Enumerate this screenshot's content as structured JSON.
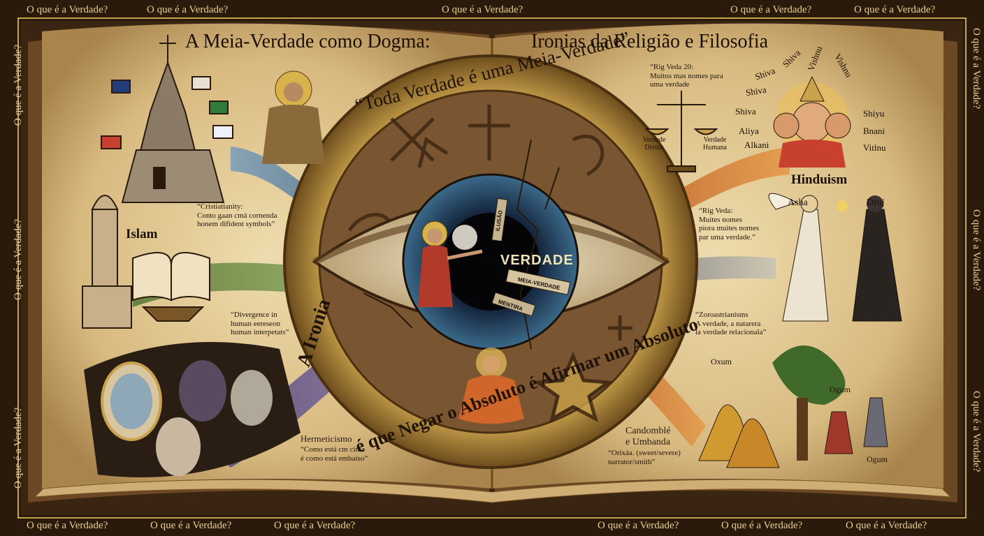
{
  "frame": {
    "border_phrase": "O que é a Verdade?"
  },
  "header": {
    "title_left": "A Meia-Verdade como Dogma:",
    "title_right": "Ironias da Religião e Filosofia"
  },
  "ring": {
    "top_text": "“Toda Verdade é uma Meia-Verdade”",
    "left_text": "A Ironia",
    "bottom_text": "é que Negar o Absoluto é Afirmar um Absoluto"
  },
  "eye": {
    "center_word": "VERDADE",
    "shard_1": "MEIA-VERDADE",
    "shard_2": "MENTIRA",
    "shard_3": "ILUSÃO"
  },
  "scales": {
    "quote_line1": "“Rig Veda 20:",
    "quote_line2": "Muitos mas nomes para",
    "quote_line3": "uma verdade",
    "left_pan": "Verdade Divina",
    "right_pan": "Verdade Humana"
  },
  "hinduism": {
    "label": "Hinduism",
    "names": [
      "Shiva",
      "Shiva",
      "Vishnu",
      "Shiva",
      "Vishnu",
      "Shiva",
      "Shiyu",
      "Aliya",
      "Bnani",
      "Alkani",
      "Vitlnu"
    ]
  },
  "christianity": {
    "quote_line1": "“Cristiatianity:",
    "quote_line2": "Conto gaan cmá cornenda",
    "quote_line3": "honem difident symbols”"
  },
  "islam": {
    "label": "Islam",
    "quote_line1": "“Divergence in",
    "quote_line2": "human eereseon",
    "quote_line3": "human interpetats”"
  },
  "rigveda": {
    "quote_line1": "“Rig Veda:",
    "quote_line2": "Muites nomes",
    "quote_line3": "piora muites nomes",
    "quote_line4": "par uma verdade.”"
  },
  "zoroastrianism": {
    "asha": "Asha",
    "druj": "Druj",
    "quote_line1": "“Zoroastrianisms",
    "quote_line2": "A verdade, a natarera",
    "quote_line3": "la verdade relacionala”"
  },
  "hermeticism": {
    "label": "Hermeticismo",
    "quote_line1": "“Como está cm cima",
    "quote_line2": "é como está embaiso”"
  },
  "candomble": {
    "label_line1": "Candomblé",
    "label_line2": "e Umbanda",
    "quote_line1": "“Orixáa. (sweet/severe)",
    "quote_line2": "narrator/smith”",
    "oxum": "Oxum",
    "ogum_1": "Ogum",
    "ogum_2": "Ogum"
  },
  "colors": {
    "parchment": "#e6cf9f",
    "ink": "#1f1208",
    "gold": "#c9a24c",
    "frame": "#2a1a0c"
  }
}
